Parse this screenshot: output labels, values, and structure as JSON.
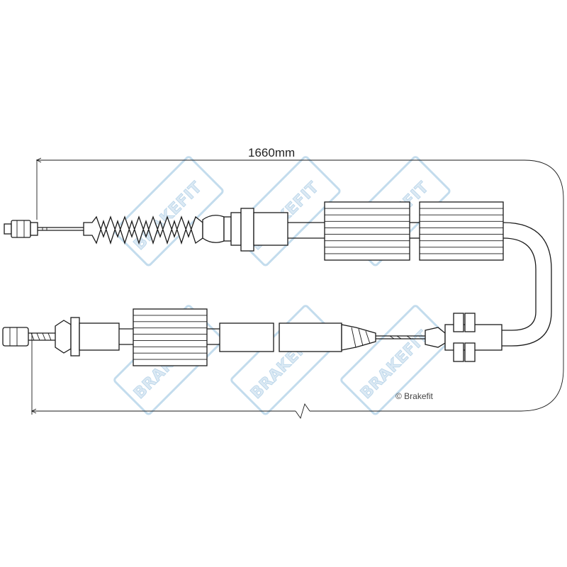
{
  "dimension": {
    "length_label": "1660mm"
  },
  "copyright": "© Brakefit",
  "watermark": {
    "text": "BRAKEFIT",
    "color": "#c8dff0"
  },
  "colors": {
    "line": "#1a1a1a",
    "background": "#ffffff"
  }
}
